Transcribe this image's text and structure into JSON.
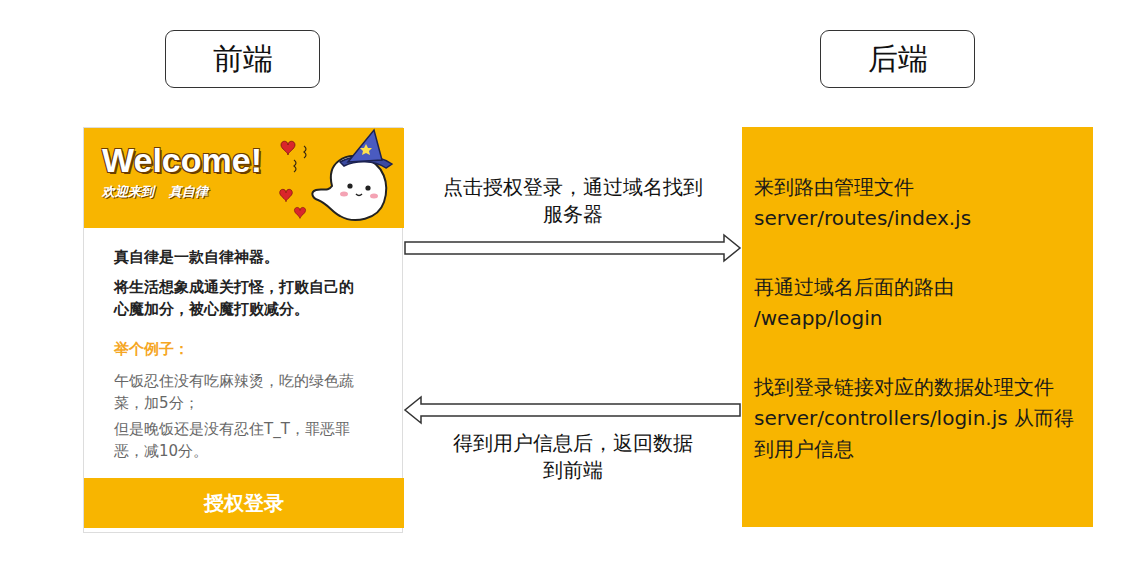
{
  "diagram": {
    "nodes": [
      {
        "text": [
          "前端"
        ]
      },
      {
        "text": [
          "后端"
        ]
      },
      {
        "text": [
          "真自律是一款自律神器。",
          "将生活想象成通关打怪，打败自己的心魔加分，被心魔打败减分。",
          "举个例子：",
          "午饭忍住没有吃麻辣烫，吃的绿色蔬菜，加5分；",
          "但是晚饭还是没有忍住T_T，罪恶罪恶，减10分。"
        ]
      },
      {
        "text": [
          "Welcome!",
          "欢迎来到 真自律"
        ],
        "in": 2
      },
      {
        "text": [
          "授权登录"
        ],
        "in": 2
      },
      {
        "text": [
          "来到路由管理文件 server/routes/index.js",
          "再通过域名后面的路由 /weapp/login",
          "找到登录链接对应的数据处理文件 server/controllers/login.js 从而得到用户信息"
        ]
      }
    ],
    "edges": [
      {
        "from": 2,
        "to": 5,
        "arrow": "to",
        "label": "点击授权登录，通过域名找到服务器"
      },
      {
        "from": 5,
        "to": 2,
        "arrow": "to",
        "label": "得到用户信息后，返回数据到前端"
      }
    ]
  }
}
